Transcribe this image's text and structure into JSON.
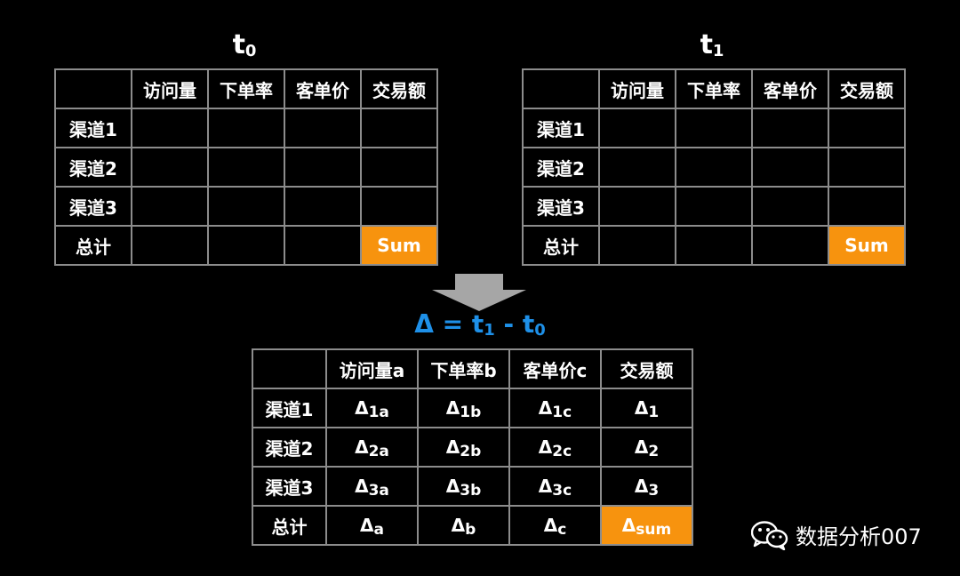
{
  "t0_title": "t",
  "t0_sub": "0",
  "t1_title": "t",
  "t1_sub": "1",
  "columns": [
    "访问量",
    "下单率",
    "客单价",
    "交易额"
  ],
  "rows": [
    "渠道1",
    "渠道2",
    "渠道3",
    "总计"
  ],
  "sum_label": "Sum",
  "formula": {
    "delta": "Δ",
    "eq": " = t",
    "sub1": "1",
    "minus": " - t",
    "sub0": "0"
  },
  "delta_columns": [
    "访问量a",
    "下单率b",
    "客单价c",
    "交易额"
  ],
  "delta_cells": [
    [
      [
        "Δ",
        "1a"
      ],
      [
        "Δ",
        "1b"
      ],
      [
        "Δ",
        "1c"
      ],
      [
        "Δ",
        "1"
      ]
    ],
    [
      [
        "Δ",
        "2a"
      ],
      [
        "Δ",
        "2b"
      ],
      [
        "Δ",
        "2c"
      ],
      [
        "Δ",
        "2"
      ]
    ],
    [
      [
        "Δ",
        "3a"
      ],
      [
        "Δ",
        "3b"
      ],
      [
        "Δ",
        "3c"
      ],
      [
        "Δ",
        "3"
      ]
    ],
    [
      [
        "Δ",
        "a"
      ],
      [
        "Δ",
        "b"
      ],
      [
        "Δ",
        "c"
      ],
      [
        "Δ",
        "sum"
      ]
    ]
  ],
  "watermark": "数据分析007",
  "colors": {
    "accent": "#1e90e8",
    "highlight": "#f7930e",
    "grid": "#8c8c8c",
    "arrow": "#a6a6a6"
  }
}
